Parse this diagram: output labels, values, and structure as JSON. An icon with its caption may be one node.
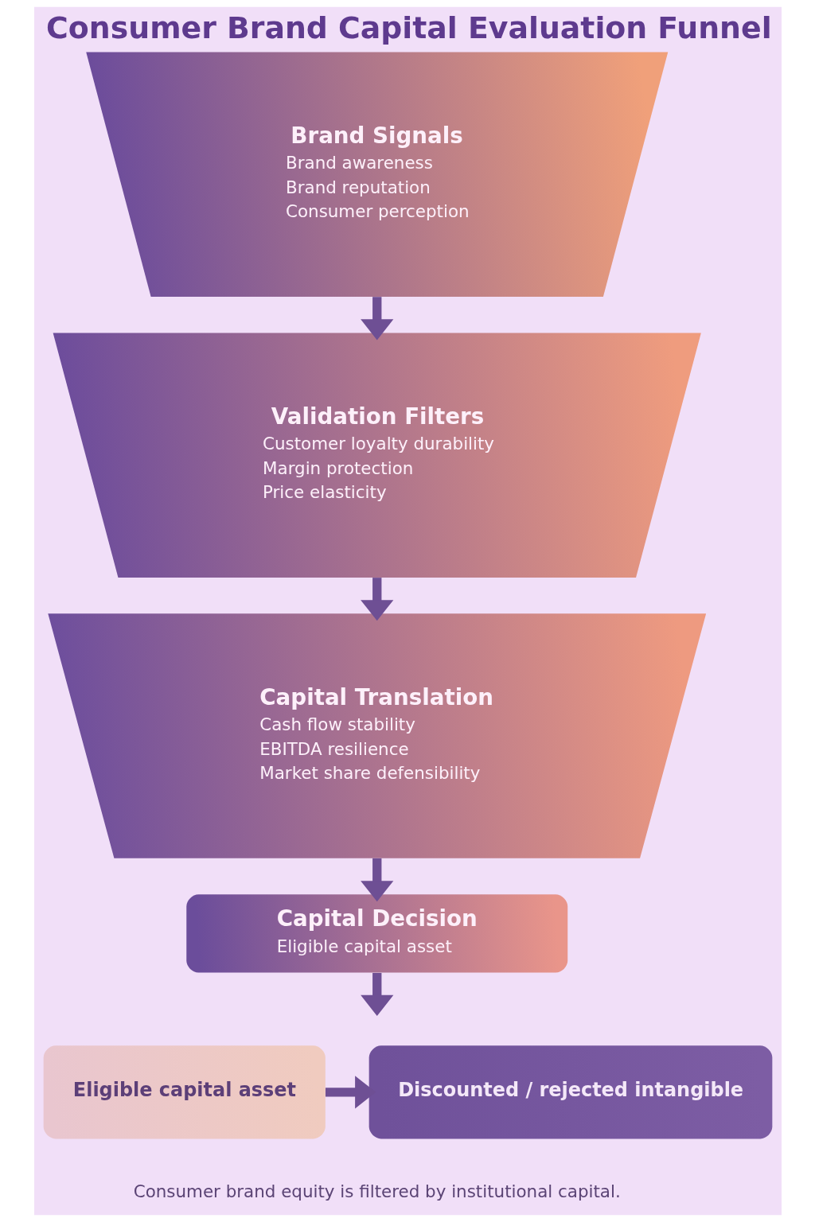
{
  "diagram": {
    "title": "Consumer Brand Capital Evaluation Funnel",
    "caption": "Consumer brand equity is filtered by institutional capital.",
    "nodes": [
      {
        "text": [
          "Brand Signals",
          "Brand awareness",
          "Brand reputation",
          "Consumer perception"
        ]
      },
      {
        "text": [
          "Validation Filters",
          "Customer loyalty durability",
          "Margin protection",
          "Price elasticity"
        ]
      },
      {
        "text": [
          "Capital Translation",
          "Cash flow stability",
          "EBITDA resilience",
          "Market share defensibility"
        ]
      },
      {
        "text": [
          "Capital Decision",
          "Eligible capital asset"
        ]
      },
      {
        "text": [
          "Eligible capital asset"
        ]
      },
      {
        "text": [
          "Discounted / rejected intangible"
        ]
      }
    ],
    "edges": [
      {
        "from": 0,
        "to": 1,
        "arrow": "to"
      },
      {
        "from": 1,
        "to": 2,
        "arrow": "to"
      },
      {
        "from": 2,
        "to": 3,
        "arrow": "to"
      },
      {
        "from": 3,
        "to": null,
        "arrow": "to"
      },
      {
        "from": 4,
        "to": 5,
        "arrow": "to"
      }
    ]
  }
}
